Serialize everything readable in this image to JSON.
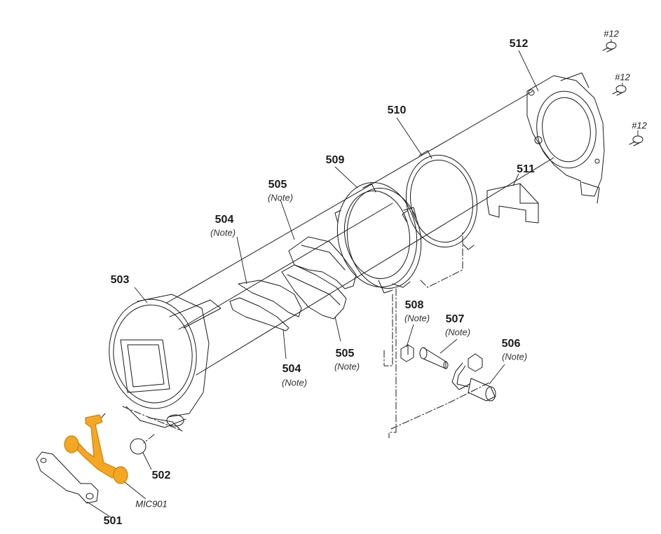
{
  "parts": {
    "p501": {
      "ref": "501"
    },
    "p502": {
      "ref": "502"
    },
    "p503": {
      "ref": "503"
    },
    "p504a": {
      "ref": "504",
      "note": "(Note)"
    },
    "p504b": {
      "ref": "504",
      "note": "(Note)"
    },
    "p505a": {
      "ref": "505",
      "note": "(Note)"
    },
    "p505b": {
      "ref": "505",
      "note": "(Note)"
    },
    "p506": {
      "ref": "506",
      "note": "(Note)"
    },
    "p507": {
      "ref": "507",
      "note": "(Note)"
    },
    "p508": {
      "ref": "508",
      "note": "(Note)"
    },
    "p509": {
      "ref": "509"
    },
    "p510": {
      "ref": "510"
    },
    "p511": {
      "ref": "511"
    },
    "p512": {
      "ref": "512"
    }
  },
  "screws": [
    "#12",
    "#12",
    "#12"
  ],
  "mic_label": "MIC901",
  "colors": {
    "line": "#1a1a1a",
    "highlight": "#f5a623",
    "highlight_dark": "#c9820a"
  }
}
